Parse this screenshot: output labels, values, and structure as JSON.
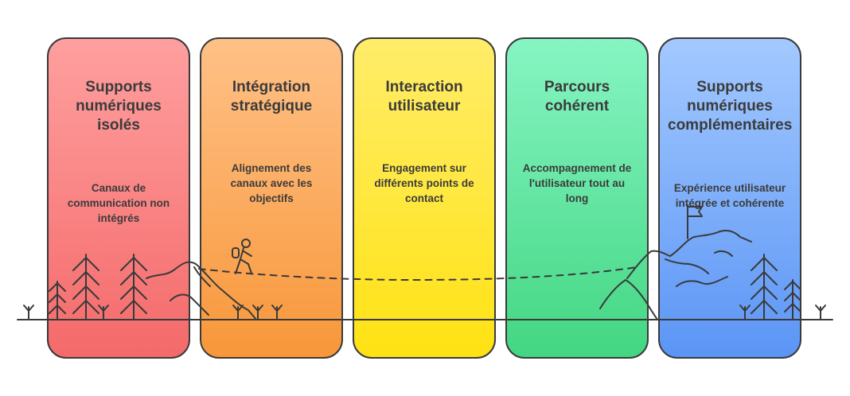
{
  "steps": [
    {
      "title_lines": [
        "Supports",
        "numériques",
        "isolés"
      ],
      "desc_lines": [
        "Canaux de",
        "communication non",
        "intégrés"
      ],
      "color_top": "#ff9f9f",
      "color_bottom": "#f46a6a"
    },
    {
      "title_lines": [
        "Intégration",
        "stratégique"
      ],
      "desc_lines": [
        "Alignement des",
        "canaux avec les",
        "objectifs"
      ],
      "color_top": "#ffc187",
      "color_bottom": "#f8973a"
    },
    {
      "title_lines": [
        "Interaction",
        "utilisateur"
      ],
      "desc_lines": [
        "Engagement sur",
        "différents points de",
        "contact"
      ],
      "color_top": "#ffed6a",
      "color_bottom": "#ffe213"
    },
    {
      "title_lines": [
        "Parcours",
        "cohérent"
      ],
      "desc_lines": [
        "Accompagnement de",
        "l'utilisateur tout au",
        "long"
      ],
      "color_top": "#86f5c3",
      "color_bottom": "#43d682"
    },
    {
      "title_lines": [
        "Supports",
        "numériques",
        "complémentaires"
      ],
      "desc_lines": [
        "Expérience utilisateur",
        "intégrée et cohérente"
      ],
      "color_top": "#a3c9ff",
      "color_bottom": "#5b95f5"
    }
  ],
  "icons": [
    "pine-tree-icon",
    "hiker-icon",
    "mountain-icon",
    "flag-icon",
    "grass-icon"
  ]
}
